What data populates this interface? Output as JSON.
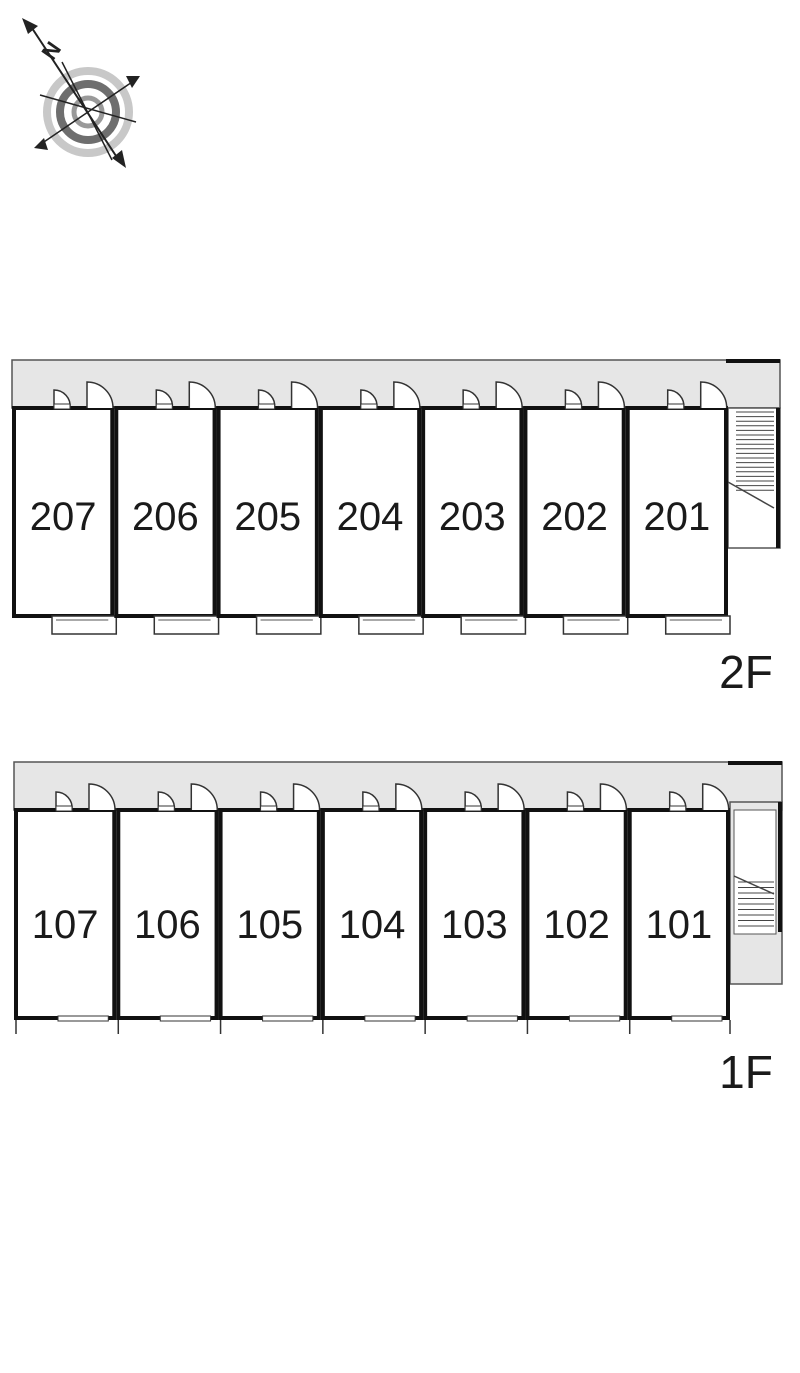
{
  "compass": {
    "north_label": "N",
    "icon": "compass-rose-icon"
  },
  "floors": [
    {
      "id": "2F",
      "label": "2F",
      "units": [
        "207",
        "206",
        "205",
        "204",
        "203",
        "202",
        "201"
      ],
      "balconies": true
    },
    {
      "id": "1F",
      "label": "1F",
      "units": [
        "107",
        "106",
        "105",
        "104",
        "103",
        "102",
        "101"
      ],
      "balconies": false
    }
  ],
  "colors": {
    "wall": "#111111",
    "corridor": "#e6e6e6",
    "compass_dark": "#6e6e6e",
    "compass_light": "#c8c8c8"
  }
}
